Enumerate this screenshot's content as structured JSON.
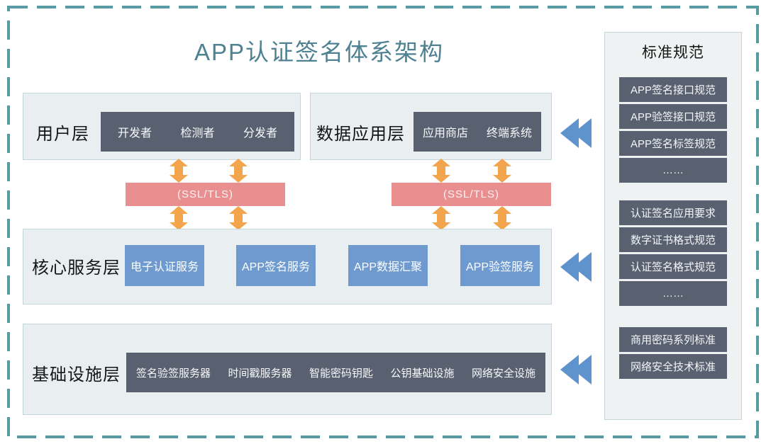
{
  "title": "APP认证签名体系架构",
  "palette": {
    "frame_teal": "#579aa1",
    "title_teal": "#4e8192",
    "layer_bg": "#e9eff1",
    "layer_border": "#c2d6db",
    "dark_slate": "#596171",
    "service_blue": "#6e9ad0",
    "ssl_pink": "#e98f90",
    "arrow_orange": "#f3a54e",
    "arrow_blue": "#5f93cd"
  },
  "layers": {
    "user": {
      "label": "用户层",
      "items": [
        "开发者",
        "检测者",
        "分发者"
      ]
    },
    "data_app": {
      "label": "数据应用层",
      "items": [
        "应用商店",
        "终端系统"
      ]
    },
    "core": {
      "label": "核心服务层",
      "services": [
        "电子认证服务",
        "APP签名服务",
        "APP数据汇聚",
        "APP验签服务"
      ]
    },
    "infra": {
      "label": "基础设施层",
      "items": [
        "签名验签服务器",
        "时间戳服务器",
        "智能密码钥匙",
        "公钥基础设施",
        "网络安全设施"
      ]
    }
  },
  "ssl": {
    "left_label": "(SSL/TLS)",
    "right_label": "(SSL/TLS)"
  },
  "standards": {
    "title": "标准规范",
    "groups": [
      {
        "items": [
          "APP签名接口规范",
          "APP验签接口规范",
          "APP签名标签规范",
          "……"
        ]
      },
      {
        "items": [
          "认证签名应用要求",
          "数字证书格式规范",
          "认证签名格式规范",
          "……"
        ]
      },
      {
        "items": [
          "商用密码系列标准",
          "网络安全技术标准"
        ]
      }
    ]
  }
}
